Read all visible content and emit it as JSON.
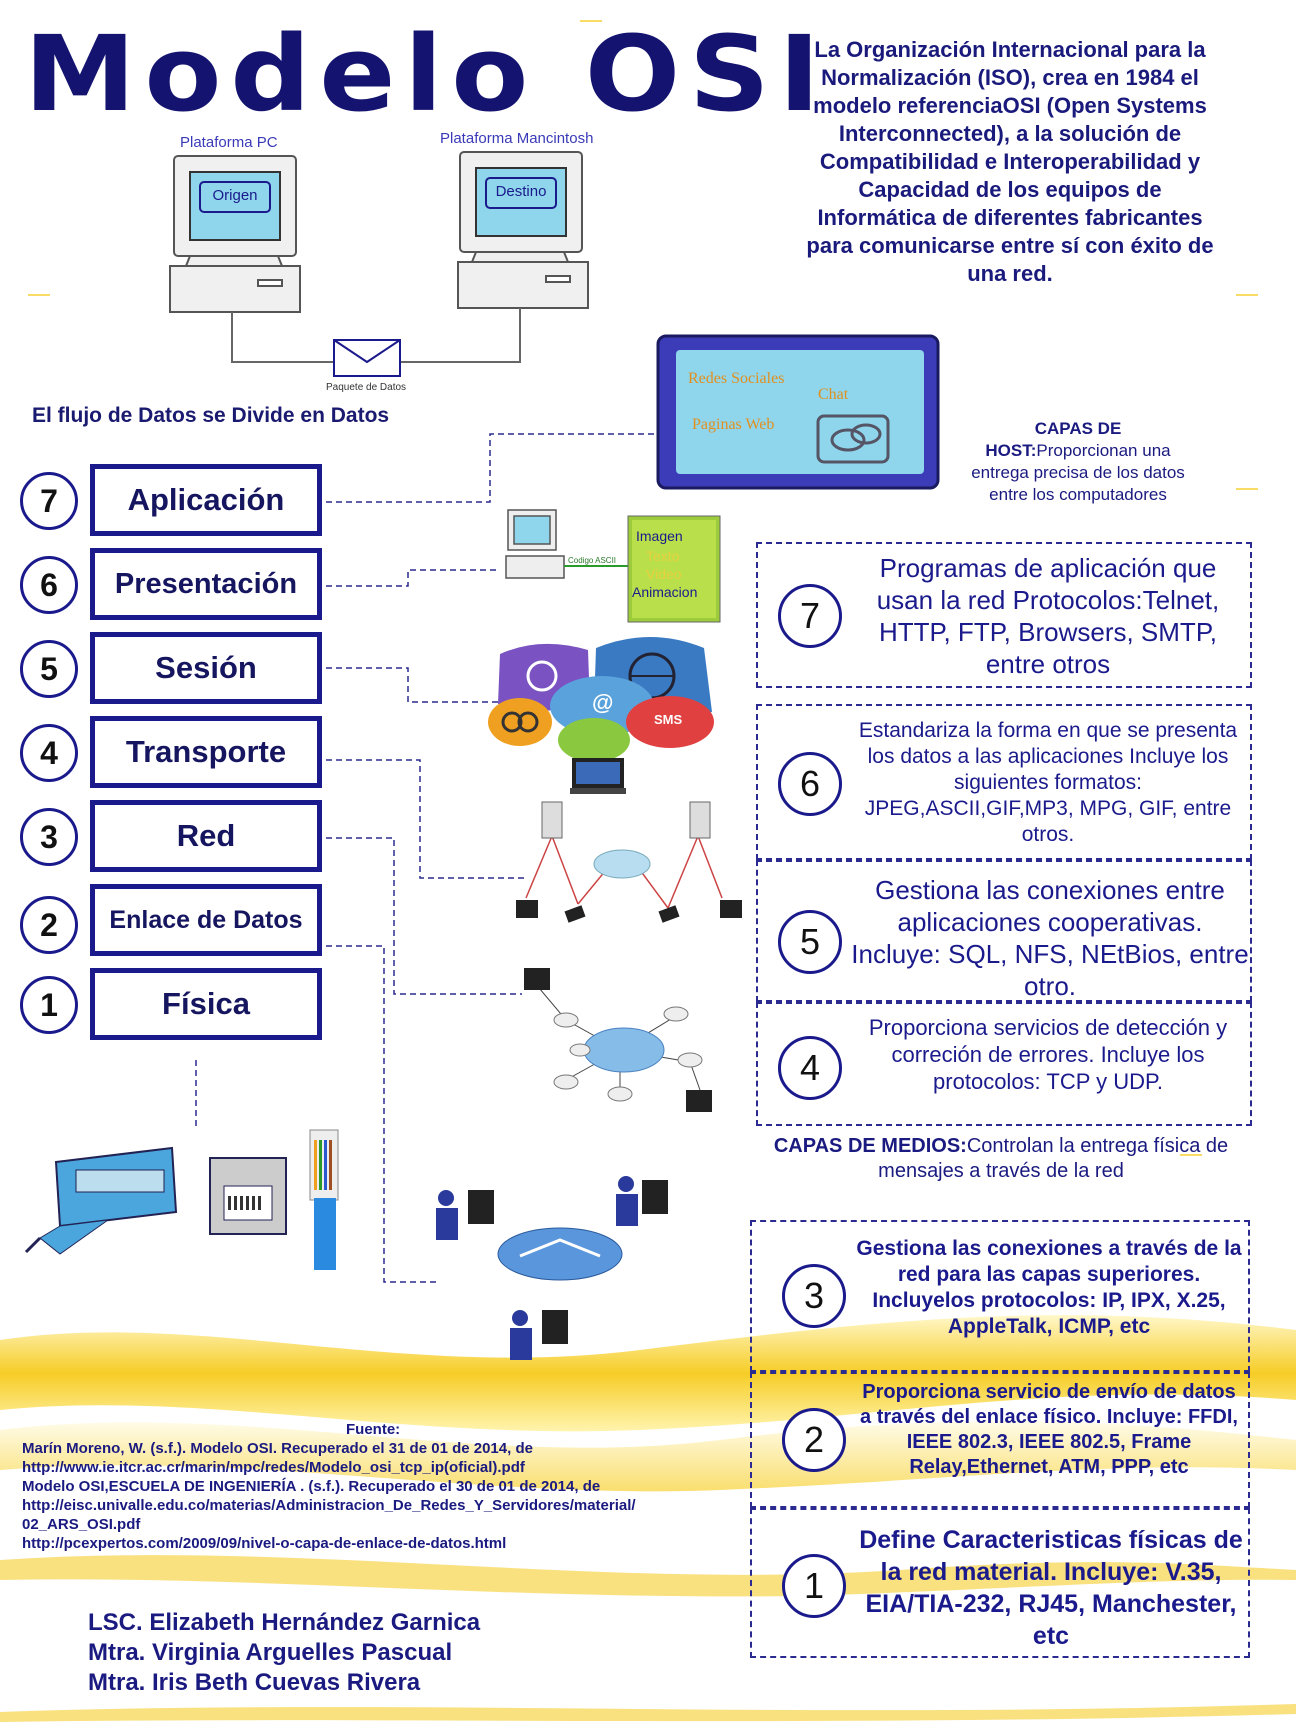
{
  "title": "Modelo OSI",
  "intro": "La Organización Internacional para la Normalización (ISO), crea en 1984 el modelo referenciaOSI (Open Systems  Interconnected), a la solución de Compatibilidad e Interoperabilidad y Capacidad  de los equipos de Informática de diferentes fabricantes para comunicarse  entre sí con éxito de una red.",
  "platforms": {
    "pc_label": "Plataforma PC",
    "mac_label": "Plataforma Mancintosh",
    "origin_label": "Origen",
    "dest_label": "Destino",
    "packet_label": "Paquete de Datos"
  },
  "flujo": "El flujo de Datos se Divide en Datos",
  "app_screen": {
    "redes": "Redes Sociales",
    "chat": "Chat",
    "paginas": "Paginas Web"
  },
  "media_card": {
    "top": "Imagen",
    "texto": "Texto",
    "video": "Video",
    "animacion": "Animacion"
  },
  "codigo_label": "Codigo ASCII",
  "sms_label": "SMS",
  "at_label": "@",
  "layers": [
    {
      "num": "7",
      "name": "Aplicación"
    },
    {
      "num": "6",
      "name": "Presentación"
    },
    {
      "num": "5",
      "name": "Sesión"
    },
    {
      "num": "4",
      "name": "Transporte"
    },
    {
      "num": "3",
      "name": "Red"
    },
    {
      "num": "2",
      "name": "Enlace de Datos"
    },
    {
      "num": "1",
      "name": "Física"
    }
  ],
  "host": {
    "bold": "CAPAS DE HOST:",
    "text": "Proporcionan una entrega precisa de los datos entre los computadores"
  },
  "descriptions": [
    {
      "num": "7",
      "text": "Programas de aplicación que usan la red Protocolos:Telnet, HTTP, FTP, Browsers, SMTP, entre otros"
    },
    {
      "num": "6",
      "text": "Estandariza la forma en que se presenta los datos a las aplicaciones Incluye los siguientes formatos: JPEG,ASCII,GIF,MP3, MPG, GIF, entre otros."
    },
    {
      "num": "5",
      "text": "Gestiona las conexiones entre aplicaciones cooperativas. Incluye: SQL, NFS, NEtBios, entre otro."
    },
    {
      "num": "4",
      "text": "Proporciona servicios de detección y correción de errores. Incluye los protocolos: TCP y UDP."
    },
    {
      "num": "3",
      "text": "Gestiona las conexiones a través de la red para las capas superiores. Incluyelos protocolos: IP, IPX, X.25, AppleTalk, ICMP, etc"
    },
    {
      "num": "2",
      "text": "Proporciona servicio de envío de datos a través del enlace físico. Incluye: FFDI, IEEE 802.3, IEEE 802.5, Frame Relay,Ethernet, ATM, PPP, etc"
    },
    {
      "num": "1",
      "text": "Define Caracteristicas físicas de la red material. Incluye: V.35, EIA/TIA-232, RJ45, Manchester, etc"
    }
  ],
  "medios": {
    "bold": "CAPAS DE MEDIOS:",
    "text": "Controlan la entrega física de mensajes a través de la red"
  },
  "fuente": {
    "heading": "Fuente:",
    "lines": [
      "Marín Moreno, W. (s.f.). Modelo OSI. Recuperado el 31 de 01 de 2014, de",
      "http://www.ie.itcr.ac.cr/marin/mpc/redes/Modelo_osi_tcp_ip(oficial).pdf",
      "Modelo OSI,ESCUELA DE INGENIERÍA . (s.f.). Recuperado el 30 de 01 de 2014, de",
      "http://eisc.univalle.edu.co/materias/Administracion_De_Redes_Y_Servidores/material/",
      "02_ARS_OSI.pdf",
      "http://pcexpertos.com/2009/09/nivel-o-capa-de-enlace-de-datos.html"
    ]
  },
  "authors": [
    "LSC. Elizabeth Hernández Garnica",
    "Mtra. Virginia Arguelles Pascual",
    "Mtra. Iris Beth Cuevas Rivera"
  ],
  "colors": {
    "navy": "#1a1a8c",
    "yellow": "#f5c400",
    "screen_blue": "#8fd6ec"
  }
}
